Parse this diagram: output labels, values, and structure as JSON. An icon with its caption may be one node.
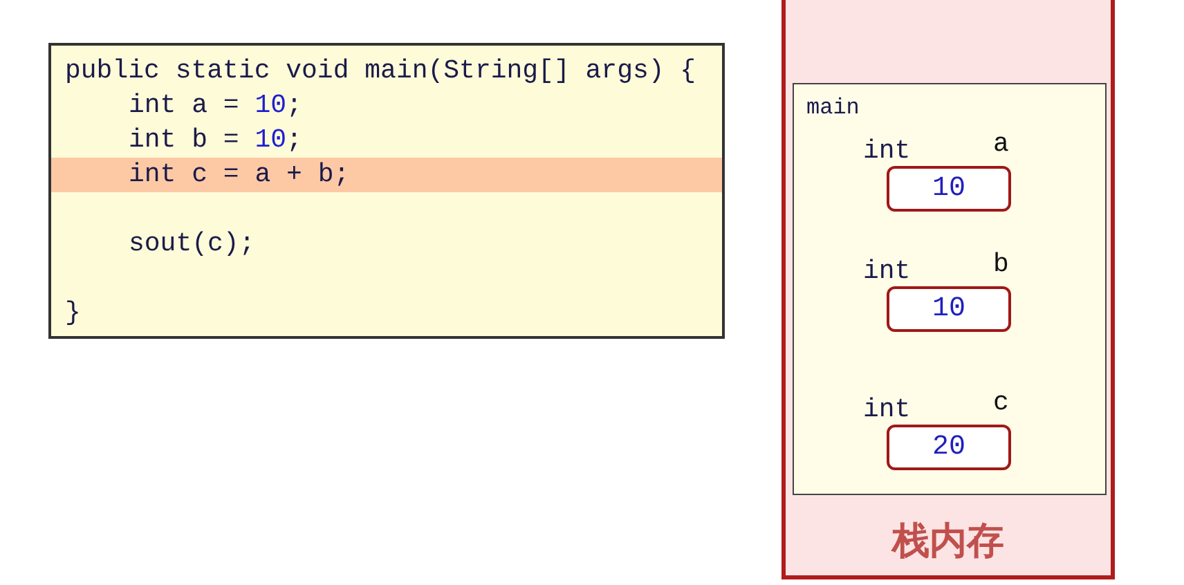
{
  "diagram": {
    "nodes": [
      {
        "text": [
          "public static void main(String[] args) {",
          "int a = 10;",
          "int b = 10;",
          "int c = a + b;",
          "sout(c);",
          "}"
        ]
      },
      {
        "text": [
          "栈内存"
        ]
      },
      {
        "text": [
          "main"
        ],
        "in": 1
      },
      {
        "text": [
          "10"
        ],
        "beside": [
          "int",
          "a"
        ],
        "in": 2
      },
      {
        "text": [
          "10"
        ],
        "beside": [
          "int",
          "b"
        ],
        "in": 2
      },
      {
        "text": [
          "20"
        ],
        "beside": [
          "int",
          "c"
        ],
        "in": 2
      }
    ]
  }
}
